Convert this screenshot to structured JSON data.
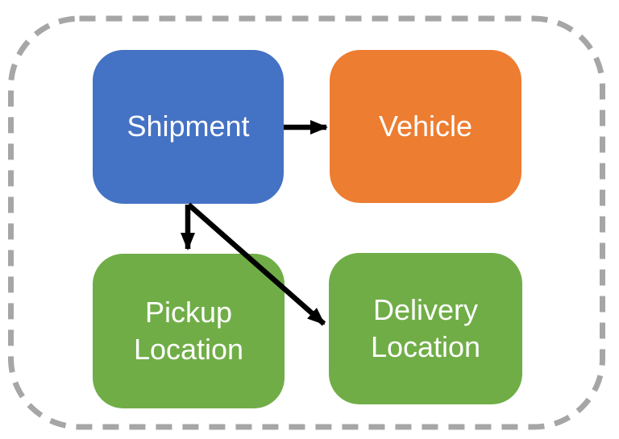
{
  "diagram": {
    "nodes": [
      {
        "id": "shipment",
        "label": "Shipment",
        "color": "#4472C4"
      },
      {
        "id": "vehicle",
        "label": "Vehicle",
        "color": "#ED7D31"
      },
      {
        "id": "pickup",
        "label": "Pickup Location",
        "color": "#70AD47"
      },
      {
        "id": "delivery",
        "label": "Delivery Location",
        "color": "#70AD47"
      }
    ],
    "edges": [
      {
        "from": "Shipment",
        "to": "Vehicle"
      },
      {
        "from": "Shipment",
        "to": "Pickup Location"
      },
      {
        "from": "Shipment",
        "to": "Delivery Location"
      }
    ],
    "colors": {
      "arrow": "#000000",
      "boundary": "#A6A6A6",
      "node_text": "#FFFFFF",
      "background": "#FFFFFF"
    }
  }
}
